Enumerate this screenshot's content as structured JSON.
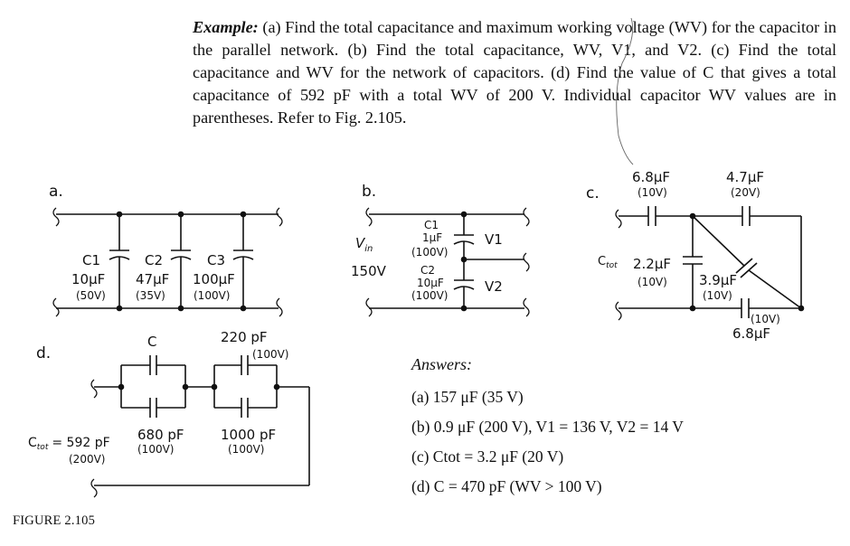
{
  "problem": {
    "lead": "Example:",
    "text": " (a) Find the total capacitance and maximum working voltage (WV) for the capacitor in the parallel network. (b) Find the total capacitance, WV, V1, and V2. (c) Find the total capacitance and WV for the network of capacitors. (d) Find the value of C that gives a total capacitance of 592 pF with a total WV of 200 V. Individual capacitor WV values are in parentheses. Refer to Fig. 2.105."
  },
  "figure": {
    "a": {
      "label": "a.",
      "caps": [
        {
          "name": "C1",
          "value": "10μF",
          "wv": "(50V)"
        },
        {
          "name": "C2",
          "value": "47μF",
          "wv": "(35V)"
        },
        {
          "name": "C3",
          "value": "100μF",
          "wv": "(100V)"
        }
      ]
    },
    "b": {
      "label": "b.",
      "source_v": "V",
      "source_sub": "in",
      "source_value": "150V",
      "c1": {
        "name": "C1",
        "value": "1μF",
        "wv": "(100V)",
        "node": "V1"
      },
      "c2": {
        "name": "C2",
        "value": "10μF",
        "wv": "(100V)",
        "node": "V2"
      }
    },
    "c": {
      "label": "c.",
      "ctot": "C",
      "ctot_sub": "tot",
      "top_left": {
        "value": "6.8μF",
        "wv": "(10V)"
      },
      "top_right": {
        "value": "4.7μF",
        "wv": "(20V)"
      },
      "shunt": {
        "value": "2.2μF",
        "wv": "(10V)"
      },
      "diag": {
        "value": "3.9μF",
        "wv": "(10V)"
      },
      "bottom": {
        "value": "6.8μF",
        "wv": "(10V)"
      }
    },
    "d": {
      "label": "d.",
      "c": "C",
      "c680": {
        "value": "680 pF",
        "wv": "(100V)"
      },
      "c220": {
        "value": "220 pF",
        "wv": "(100V)"
      },
      "c1000": {
        "value": "1000 pF",
        "wv": "(100V)"
      },
      "ctot": "C",
      "ctot_sub": "tot",
      "ctot_value": "= 592 pF",
      "ctot_wv": "(200V)"
    }
  },
  "answers": {
    "heading": "Answers:",
    "items": [
      "(a) 157 μF (35 V)",
      "(b) 0.9 μF (200 V), V1 = 136 V, V2 = 14 V",
      "(c) Ctot = 3.2 μF (20 V)",
      "(d) C = 470 pF (WV > 100 V)"
    ]
  },
  "caption": "FIGURE 2.105"
}
